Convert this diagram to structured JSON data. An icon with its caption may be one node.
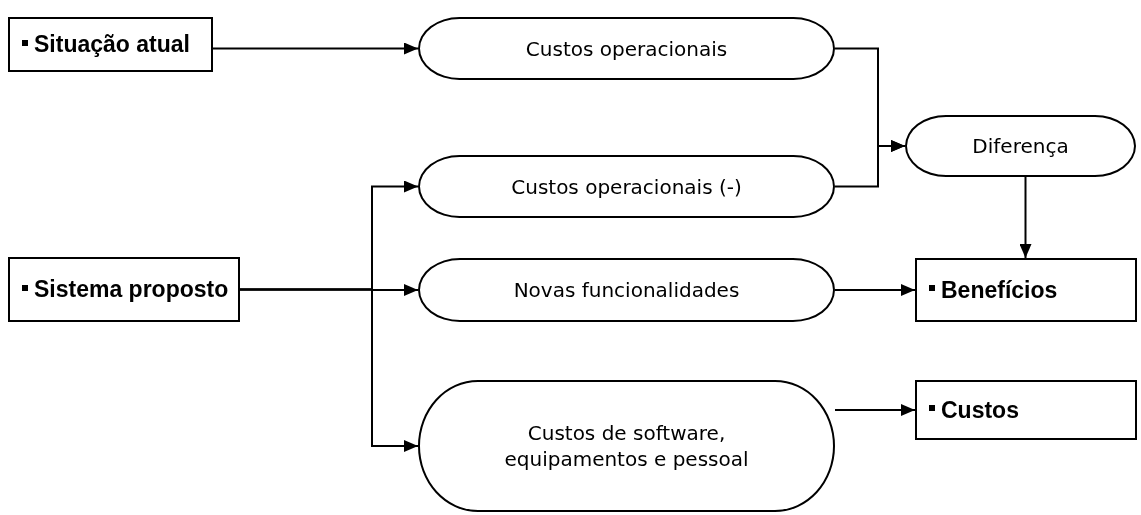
{
  "diagram": {
    "nodes": [
      {
        "text": [
          "Situação atual"
        ]
      },
      {
        "text": [
          "Custos operacionais"
        ]
      },
      {
        "text": [
          "Diferença"
        ]
      },
      {
        "text": [
          "Custos operacionais (-)"
        ]
      },
      {
        "text": [
          "Sistema proposto"
        ]
      },
      {
        "text": [
          "Novas funcionalidades"
        ]
      },
      {
        "text": [
          "Benefícios"
        ]
      },
      {
        "text": [
          "Custos de software, equipamentos e pessoal"
        ]
      },
      {
        "text": [
          "Custos"
        ]
      }
    ],
    "edges": [
      {
        "from": 0,
        "to": 1,
        "arrow": "to"
      },
      {
        "from": 1,
        "to": 2,
        "arrow": "to"
      },
      {
        "from": 3,
        "to": 2,
        "arrow": "to"
      },
      {
        "from": 4,
        "to": 3,
        "arrow": "to"
      },
      {
        "from": 4,
        "to": 5,
        "arrow": "to"
      },
      {
        "from": 4,
        "to": 7,
        "arrow": "to"
      },
      {
        "from": 2,
        "to": 6,
        "arrow": "to"
      },
      {
        "from": 5,
        "to": 6,
        "arrow": "to"
      },
      {
        "from": 7,
        "to": 8,
        "arrow": "to"
      }
    ]
  }
}
